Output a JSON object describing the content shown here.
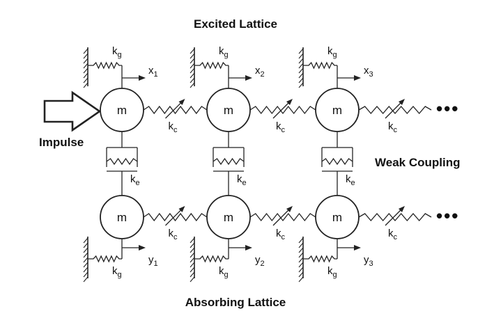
{
  "title_top": "Excited Lattice",
  "title_bottom": "Absorbing Lattice",
  "label_impulse": "Impulse",
  "label_coupling": "Weak Coupling",
  "mass_label": "m",
  "ellipsis": "•••",
  "symbols": {
    "ground_spring": {
      "base": "k",
      "sub": "g"
    },
    "coupling_spring": {
      "base": "k",
      "sub": "c"
    },
    "lattice_spring": {
      "base": "k",
      "sub": "e"
    }
  },
  "top_displacements": [
    {
      "base": "x",
      "sub": "1"
    },
    {
      "base": "x",
      "sub": "2"
    },
    {
      "base": "x",
      "sub": "3"
    }
  ],
  "bottom_displacements": [
    {
      "base": "y",
      "sub": "1"
    },
    {
      "base": "y",
      "sub": "2"
    },
    {
      "base": "y",
      "sub": "3"
    }
  ],
  "icons": {
    "impulse": "hollow-arrow-icon",
    "coupling_spring": "nonlinear-spring-icon",
    "ground": "hatched-wall-icon",
    "coupling_element": "dashpot-spring-icon"
  }
}
